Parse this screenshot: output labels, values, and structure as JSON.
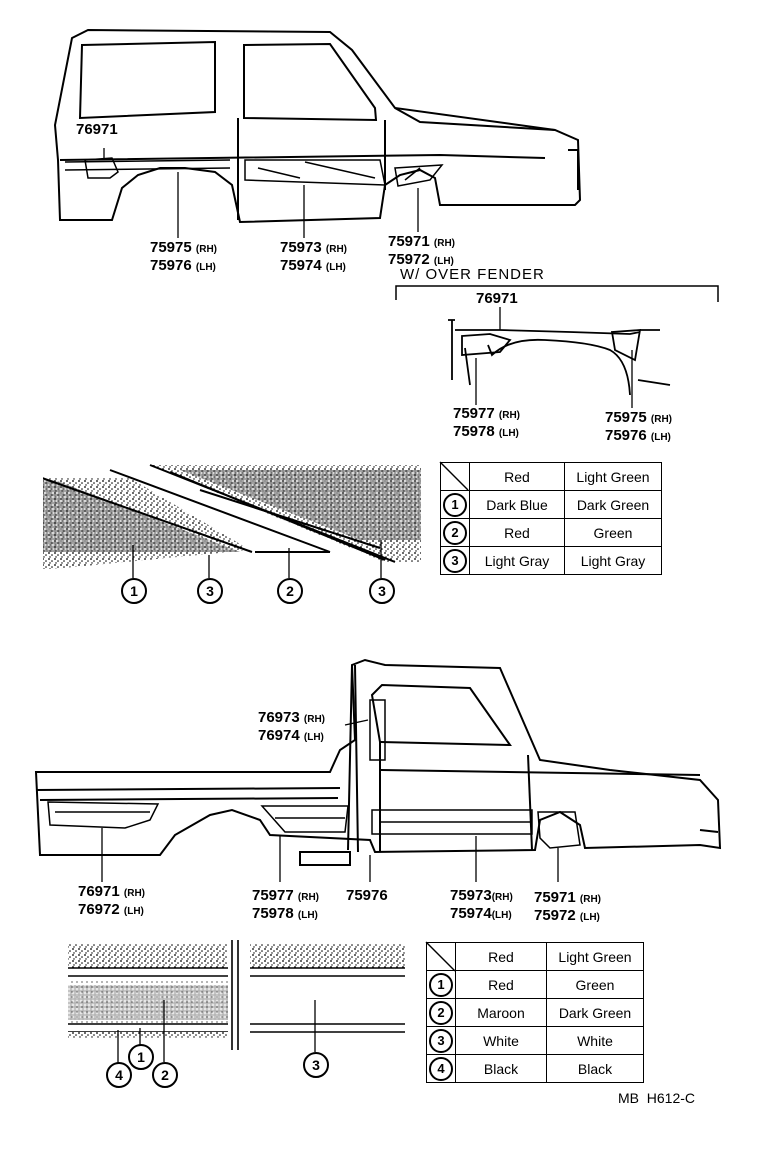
{
  "wagon": {
    "part_76971": "76971",
    "part_75975": "75975",
    "part_75976": "75976",
    "part_75973": "75973",
    "part_75974": "75974",
    "part_75971": "75971",
    "part_75972": "75972",
    "rh": "(RH)",
    "lh": "(LH)"
  },
  "over_fender": {
    "title": "W/ OVER FENDER",
    "part_76971": "76971",
    "part_75977": "75977",
    "part_75978": "75978",
    "part_75975": "75975",
    "part_75976": "75976"
  },
  "stripe1_callouts": [
    "1",
    "3",
    "2",
    "3"
  ],
  "table1": {
    "header": [
      "Red",
      "Light Green"
    ],
    "rows": [
      {
        "key": "1",
        "a": "Dark Blue",
        "b": "Dark Green"
      },
      {
        "key": "2",
        "a": "Red",
        "b": "Green"
      },
      {
        "key": "3",
        "a": "Light Gray",
        "b": "Light Gray"
      }
    ]
  },
  "pickup": {
    "part_76973": "76973",
    "part_76974": "76974",
    "part_76971": "76971",
    "part_76972": "76972",
    "part_75977": "75977",
    "part_75978": "75978",
    "part_75976": "75976",
    "part_75973": "75973",
    "part_75974": "75974",
    "part_75971": "75971",
    "part_75972": "75972"
  },
  "stripe2_callouts": [
    "4",
    "1",
    "2",
    "3"
  ],
  "table2": {
    "header": [
      "Red",
      "Light Green"
    ],
    "rows": [
      {
        "key": "1",
        "a": "Red",
        "b": "Green"
      },
      {
        "key": "2",
        "a": "Maroon",
        "b": "Dark Green"
      },
      {
        "key": "3",
        "a": "White",
        "b": "White"
      },
      {
        "key": "4",
        "a": "Black",
        "b": "Black"
      }
    ]
  },
  "footer_code": "MB  H612-C"
}
